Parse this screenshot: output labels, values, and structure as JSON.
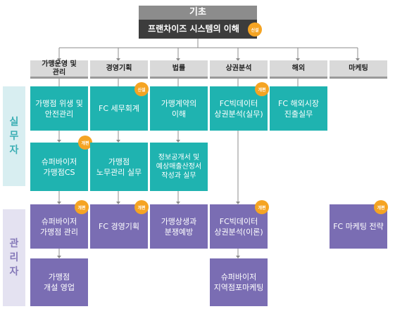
{
  "root": {
    "top": "기초",
    "bottom": "프랜차이즈 시스템의 이해",
    "badge": "신설"
  },
  "categories": [
    "가맹운영 및\n관리",
    "경영기획",
    "법률",
    "상권분석",
    "해외",
    "마케팅"
  ],
  "bands": {
    "practitioner": "실\n무\n자",
    "manager": "관\n리\n자"
  },
  "courses": {
    "c1": "가맹점 위생 및\n안전관리",
    "c2": "슈퍼바이저\n가맹점CS",
    "c3": "FC 세무회계",
    "c4": "가맹점\n노무관리 실무",
    "c5": "가맹계약의\n이해",
    "c6": "정보공개서 및\n예상매출산정서\n작성과 실무",
    "c7": "FC빅데이터\n상권분석(실무)",
    "c8": "FC 해외시장\n진출실무",
    "c9": "슈퍼바이저\n가맹점 관리",
    "c10": "가맹점\n개설 영업",
    "c11": "FC 경영기획",
    "c12": "가맹상생과\n분쟁예방",
    "c13": "FC빅데이터\n상권분석(이론)",
    "c14": "슈퍼바이저\n지역점포마케팅",
    "c15": "FC 마케팅 전략"
  },
  "badges": {
    "new": "신설",
    "revised": "개편"
  },
  "colors": {
    "teal": "#1fb3b0",
    "purple": "#7a6db3",
    "badge": "#f5a423",
    "dark": "#3c3c3c"
  }
}
